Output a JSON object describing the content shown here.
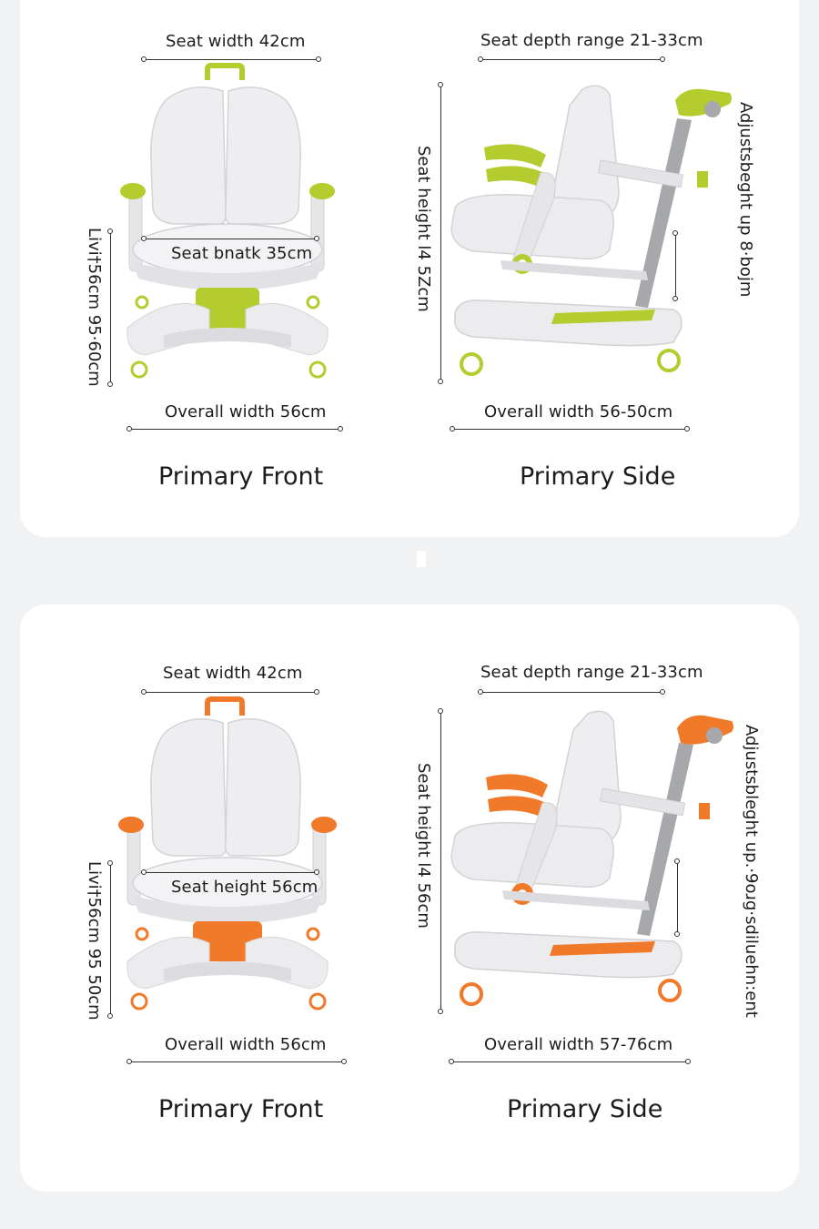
{
  "colors": {
    "background": "#f1f2f4",
    "panel": "#ffffff",
    "accent_green": "#b4cc2e",
    "accent_orange": "#f07a2a",
    "chair_body": "#e9e9eb"
  },
  "panels": [
    {
      "variant": "green",
      "front": {
        "seat_width": "Seat width 42cm",
        "seat_label": "Seat bnatk 35cm",
        "vertical_label": "Livi†56cm 95·60cm",
        "overall_width": "Overall width 56cm",
        "caption": "Primary Front"
      },
      "side": {
        "seat_depth": "Seat depth range 21-33cm",
        "seat_height": "Seat height l4 5Zcm",
        "adjust_label": "Adjustsbeght up 8·bojm",
        "overall_width": "Overall width 56-50cm",
        "caption": "Primary Side"
      }
    },
    {
      "variant": "orange",
      "front": {
        "seat_width": "Seat width 42cm",
        "seat_label": "Seat height 56cm",
        "vertical_label": "Livi†56cm 95 50cm",
        "overall_width": "Overall width 56cm",
        "caption": "Primary Front"
      },
      "side": {
        "seat_depth": "Seat depth range 21-33cm",
        "seat_height": "Seat height l4 56cm",
        "adjust_label": "Adjustsbleght up.·9oɹg·sdiluehn:ent",
        "overall_width": "Overall width 57-76cm",
        "caption": "Primary Side"
      }
    }
  ]
}
